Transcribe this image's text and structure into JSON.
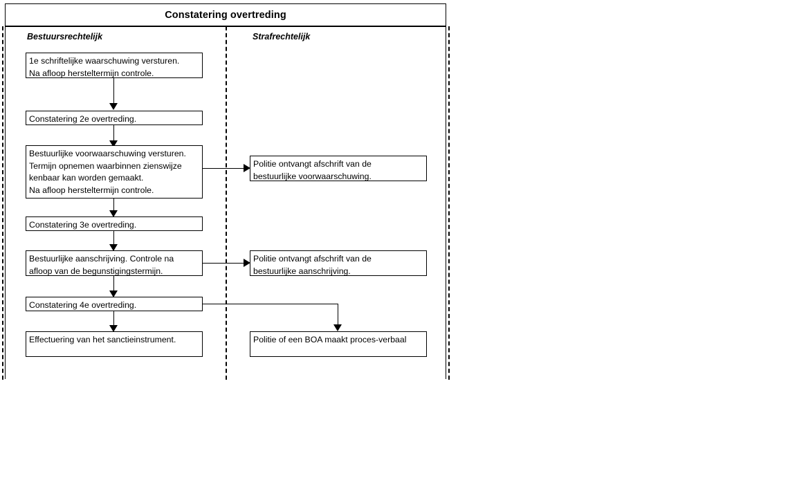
{
  "header": {
    "title": "Constatering overtreding"
  },
  "lanes": [
    {
      "id": "bestuursrechtelijk",
      "label": "Bestuursrechtelijk"
    },
    {
      "id": "strafrechtelijk",
      "label": "Strafrechtelijk"
    }
  ],
  "nodes": {
    "b1": {
      "lane": "bestuursrechtelijk",
      "lines": [
        "1e schriftelijke waarschuwing versturen.",
        "Na afloop hersteltermijn controle."
      ]
    },
    "b2": {
      "lane": "bestuursrechtelijk",
      "lines": [
        "Constatering 2e overtreding."
      ]
    },
    "b3": {
      "lane": "bestuursrechtelijk",
      "lines": [
        "Bestuurlijke voorwaarschuwing versturen.",
        "Termijn opnemen waarbinnen zienswijze",
        "kenbaar kan worden gemaakt.",
        "Na afloop hersteltermijn controle."
      ]
    },
    "b4": {
      "lane": "bestuursrechtelijk",
      "lines": [
        "Constatering 3e overtreding."
      ]
    },
    "b5": {
      "lane": "bestuursrechtelijk",
      "lines": [
        "Bestuurlijke aanschrijving. Controle na",
        "afloop van de begunstigingstermijn."
      ]
    },
    "b6": {
      "lane": "bestuursrechtelijk",
      "lines": [
        "Constatering 4e overtreding."
      ]
    },
    "b7": {
      "lane": "bestuursrechtelijk",
      "lines": [
        "Effectuering van het sanctieinstrument."
      ]
    },
    "s1": {
      "lane": "strafrechtelijk",
      "lines": [
        "Politie ontvangt afschrift van de",
        "bestuurlijke voorwaarschuwing."
      ]
    },
    "s2": {
      "lane": "strafrechtelijk",
      "lines": [
        "Politie ontvangt afschrift van de",
        "bestuurlijke aanschrijving."
      ]
    },
    "s3": {
      "lane": "strafrechtelijk",
      "lines": [
        "Politie of een BOA maakt proces-verbaal"
      ]
    }
  },
  "colors": {
    "stroke": "#000000",
    "background": "#ffffff"
  }
}
